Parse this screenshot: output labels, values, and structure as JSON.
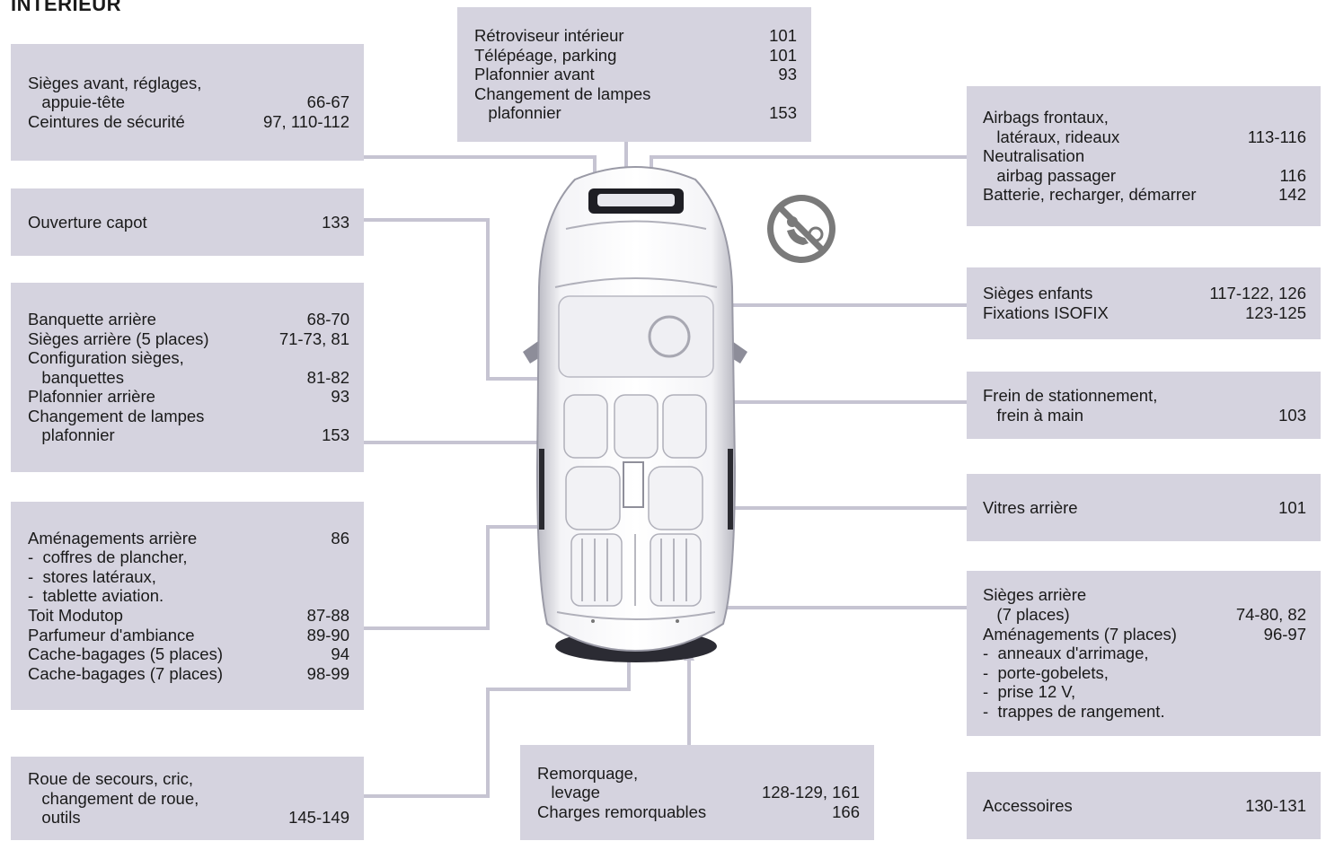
{
  "page": {
    "title": "INTÉRIEUR"
  },
  "boxes": {
    "retroviseur": [
      {
        "text": "Rétroviseur intérieur",
        "page": "101"
      },
      {
        "text": "Télépéage, parking",
        "page": "101"
      },
      {
        "text": "Plafonnier avant",
        "page": "93"
      },
      {
        "text": "Changement de lampes",
        "page": ""
      },
      {
        "text": "   plafonnier",
        "page": "153"
      }
    ],
    "sieges_avant": [
      {
        "text": "Sièges avant, réglages,",
        "page": ""
      },
      {
        "text": "   appuie-tête",
        "page": "66-67"
      },
      {
        "text": "Ceintures de sécurité",
        "page": "97, 110-112"
      }
    ],
    "ouverture_capot": [
      {
        "text": "Ouverture capot",
        "page": "133"
      }
    ],
    "banquette": [
      {
        "text": "Banquette arrière",
        "page": "68-70"
      },
      {
        "text": "Sièges arrière (5 places)",
        "page": "71-73, 81"
      },
      {
        "text": "Configuration sièges,",
        "page": ""
      },
      {
        "text": "   banquettes",
        "page": "81-82"
      },
      {
        "text": "Plafonnier arrière",
        "page": "93"
      },
      {
        "text": "Changement de lampes",
        "page": ""
      },
      {
        "text": "   plafonnier",
        "page": "153"
      }
    ],
    "amenagements": [
      {
        "text": "Aménagements arrière",
        "page": "86"
      },
      {
        "text": "-  coffres de plancher,",
        "page": ""
      },
      {
        "text": "-  stores latéraux,",
        "page": ""
      },
      {
        "text": "-  tablette aviation.",
        "page": ""
      },
      {
        "text": "Toit Modutop",
        "page": "87-88"
      },
      {
        "text": "Parfumeur d'ambiance",
        "page": "89-90"
      },
      {
        "text": "Cache-bagages (5 places)",
        "page": "94"
      },
      {
        "text": "Cache-bagages (7 places)",
        "page": "98-99"
      }
    ],
    "roue_secours": [
      {
        "text": "Roue de secours, cric,",
        "page": ""
      },
      {
        "text": "   changement de roue,",
        "page": ""
      },
      {
        "text": "   outils",
        "page": "145-149"
      }
    ],
    "remorquage": [
      {
        "text": "Remorquage,",
        "page": ""
      },
      {
        "text": "   levage",
        "page": "128-129, 161"
      },
      {
        "text": "Charges remorquables",
        "page": "166"
      }
    ],
    "airbags": [
      {
        "text": "Airbags frontaux,",
        "page": ""
      },
      {
        "text": "   latéraux, rideaux",
        "page": "113-116"
      },
      {
        "text": "Neutralisation",
        "page": ""
      },
      {
        "text": "   airbag passager",
        "page": "116"
      },
      {
        "text": "Batterie, recharger, démarrer",
        "page": "142"
      }
    ],
    "sieges_enfants": [
      {
        "text": "Sièges enfants",
        "page": "117-122, 126"
      },
      {
        "text": "Fixations ISOFIX",
        "page": "123-125"
      }
    ],
    "frein": [
      {
        "text": "Frein de stationnement,",
        "page": ""
      },
      {
        "text": "   frein à main",
        "page": "103"
      }
    ],
    "vitres": [
      {
        "text": "Vitres arrière",
        "page": "101"
      }
    ],
    "sieges_arriere7": [
      {
        "text": "Sièges arrière",
        "page": ""
      },
      {
        "text": "   (7 places)",
        "page": "74-80, 82"
      },
      {
        "text": "Aménagements (7 places)",
        "page": "96-97"
      },
      {
        "text": "-  anneaux d'arrimage,",
        "page": ""
      },
      {
        "text": "-  porte-gobelets,",
        "page": ""
      },
      {
        "text": "-  prise 12 V,",
        "page": ""
      },
      {
        "text": "-  trappes de rangement.",
        "page": ""
      }
    ],
    "accessoires": [
      {
        "text": "Accessoires",
        "page": "130-131"
      }
    ]
  },
  "colors": {
    "box": "#d5d3df",
    "leader": "#c6c4d2",
    "text": "#1a1a1a"
  },
  "icons": [
    "car-interior-top-view",
    "airbag-deactivation-icon"
  ]
}
